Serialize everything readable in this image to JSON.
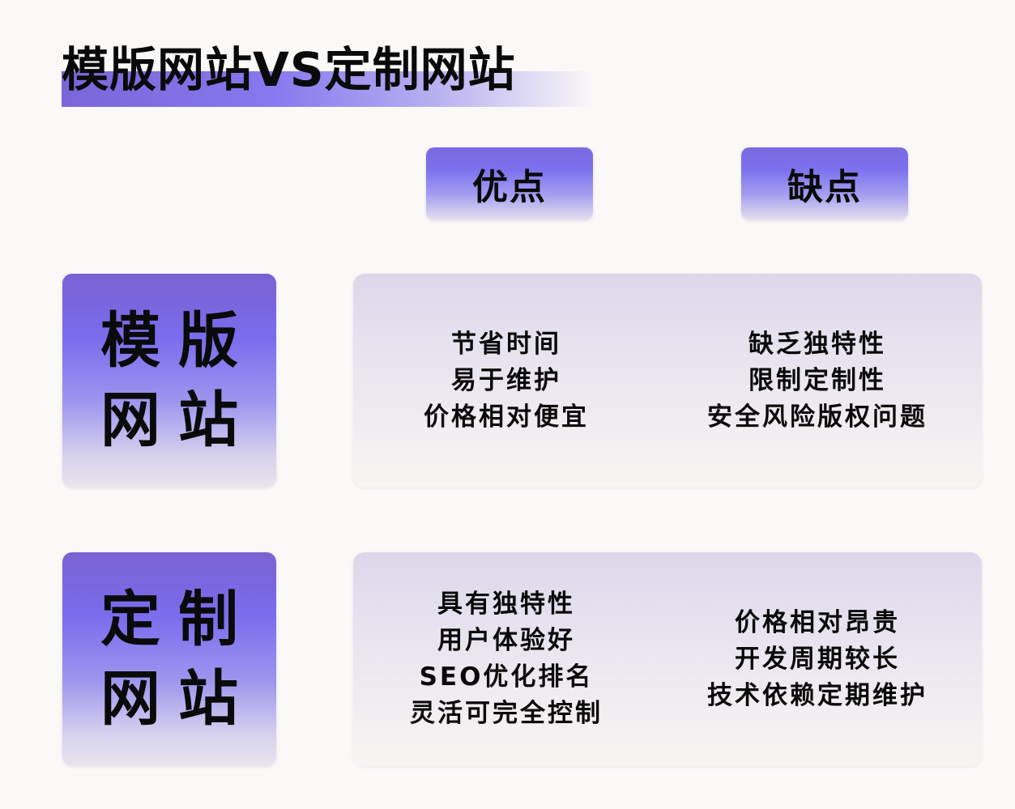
{
  "title": "模版网站VS定制网站",
  "colors": {
    "background": "#fbf9f8",
    "accent_purple": "#7b6ced",
    "accent_dark_purple": "#7a62d2",
    "card_top": "#dcd8ea",
    "card_bottom": "#f8f4f3",
    "text": "#0a0a0a"
  },
  "headers": {
    "pros": "优点",
    "cons": "缺点"
  },
  "rows": [
    {
      "label_line1": "模版",
      "label_line2": "网站",
      "pros": [
        "节省时间",
        "易于维护",
        "价格相对便宜"
      ],
      "cons": [
        "缺乏独特性",
        "限制定制性",
        "安全风险版权问题"
      ]
    },
    {
      "label_line1": "定制",
      "label_line2": "网站",
      "pros": [
        "具有独特性",
        "用户体验好",
        "SEO优化排名",
        "灵活可完全控制"
      ],
      "cons": [
        "价格相对昂贵",
        "开发周期较长",
        "技术依赖定期维护"
      ]
    }
  ]
}
